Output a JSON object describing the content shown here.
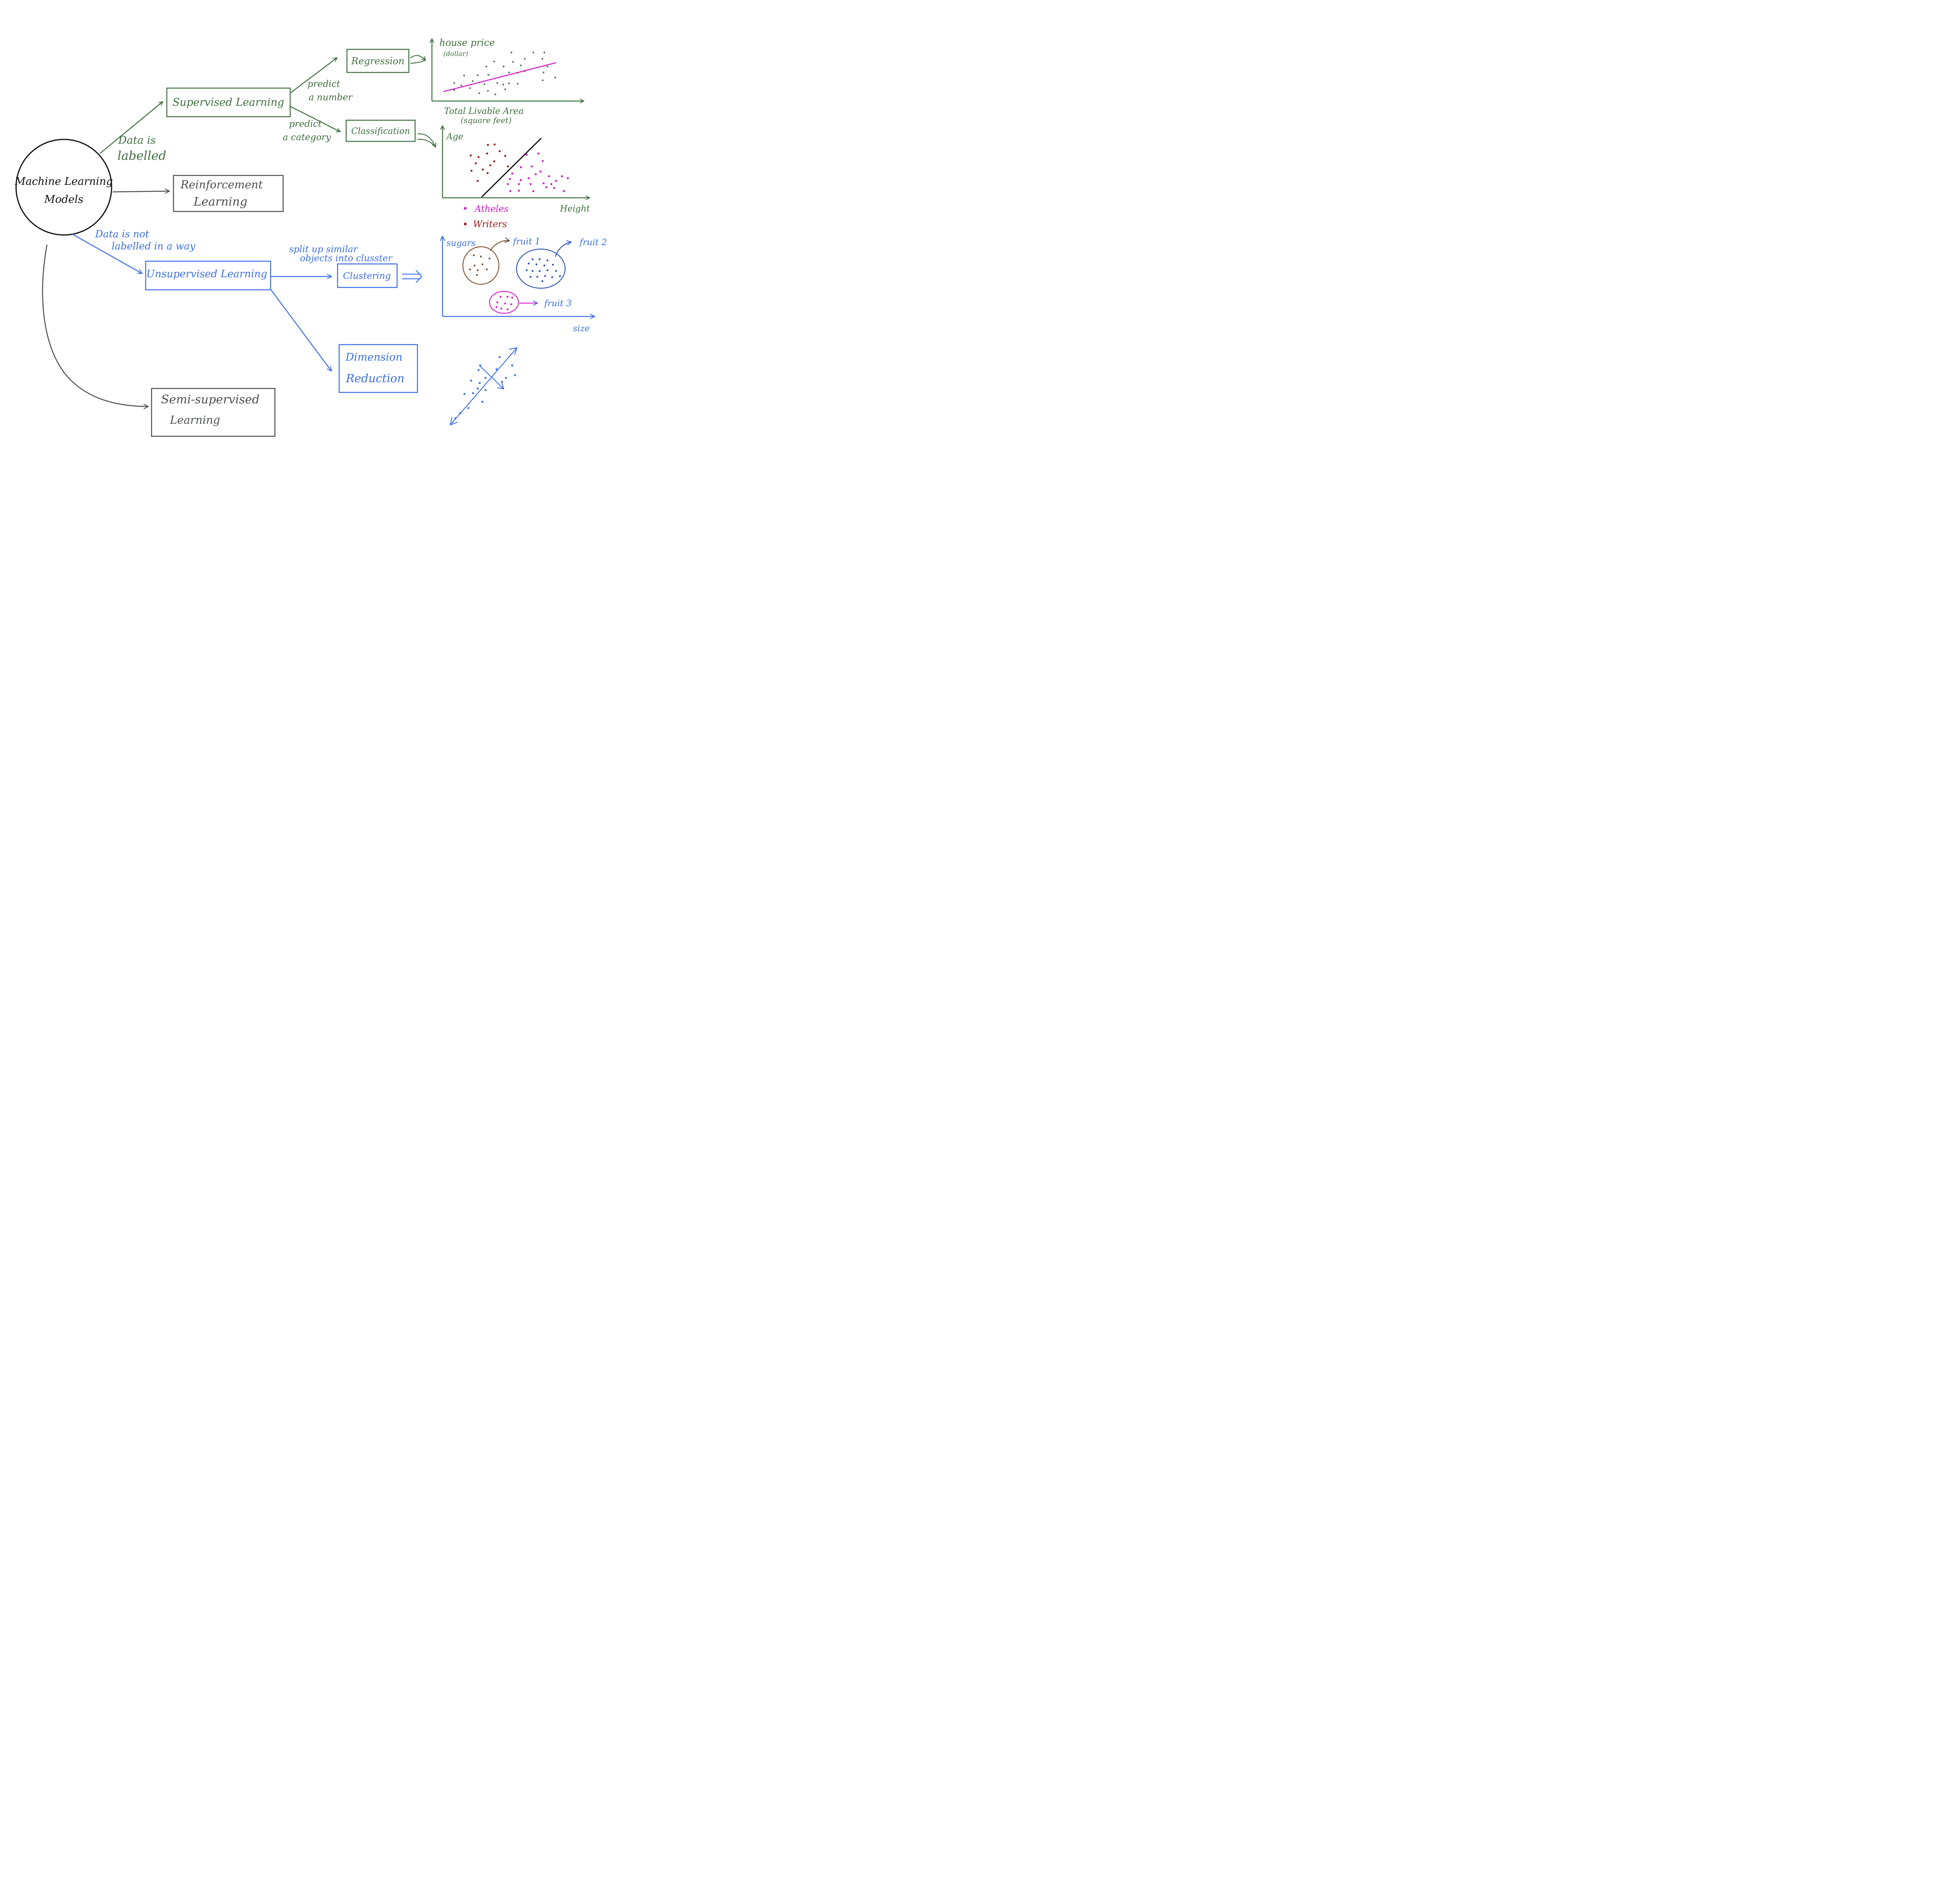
{
  "colors": {
    "green": "#3f6e3f",
    "blue": "#3b6ee8",
    "gray": "#4a4f4d",
    "black": "#111111",
    "magenta": "#d418c9",
    "darkred": "#9a1b1b",
    "brown": "#7a5230",
    "dotgreen": "#4b6b4b"
  },
  "root": {
    "line1": "Machine Learning",
    "line2": "Models"
  },
  "supervised": {
    "title": "Supervised Learning",
    "edge_label_1": "Data is",
    "edge_label_2": "labelled",
    "number_label_1": "predict",
    "number_label_2": "a number",
    "category_label_1": "predict",
    "category_label_2": "a category",
    "regression": "Regression",
    "classification": "Classification"
  },
  "regression_plot": {
    "ylabel_1": "house price",
    "ylabel_2": "(dollar)",
    "xlabel_1": "Total Livable Area",
    "xlabel_2": "(square feet)"
  },
  "classification_plot": {
    "ylabel": "Age",
    "xlabel": "Height",
    "legend_athletes": "Atheles",
    "legend_writers": "Writers"
  },
  "reinforcement": {
    "line1": "Reinforcement",
    "line2": "Learning"
  },
  "unsupervised": {
    "title": "Unsupervised Learning",
    "edge_label_1": "Data is not",
    "edge_label_2": "labelled in a way",
    "cluster_label_1": "split up similar",
    "cluster_label_2": "objects into clusster",
    "clustering": "Clustering",
    "dimension_1": "Dimension",
    "dimension_2": "Reduction"
  },
  "cluster_plot": {
    "ylabel": "sugars",
    "xlabel": "size",
    "fruit1": "fruit 1",
    "fruit2": "fruit 2",
    "fruit3": "fruit 3"
  },
  "semi": {
    "line1": "Semi-supervised",
    "line2": "Learning"
  }
}
